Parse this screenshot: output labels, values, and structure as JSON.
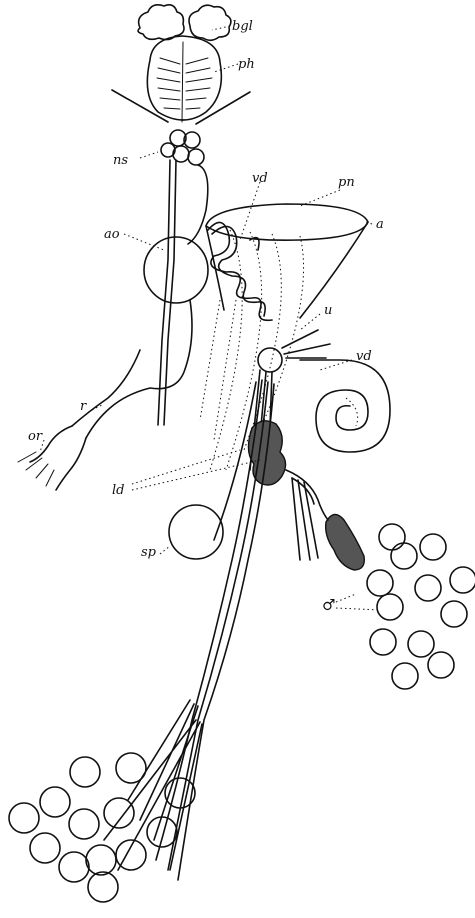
{
  "labels": {
    "bgl": "bgl",
    "ph": "ph",
    "ns": "ns",
    "vd_top": "vd",
    "pn": "pn",
    "a": "a",
    "ao": "ao",
    "u": "u",
    "vd_right": "vd",
    "r": "r",
    "or": "or",
    "ld": "ld",
    "sp": "sp",
    "sex": "♂"
  }
}
